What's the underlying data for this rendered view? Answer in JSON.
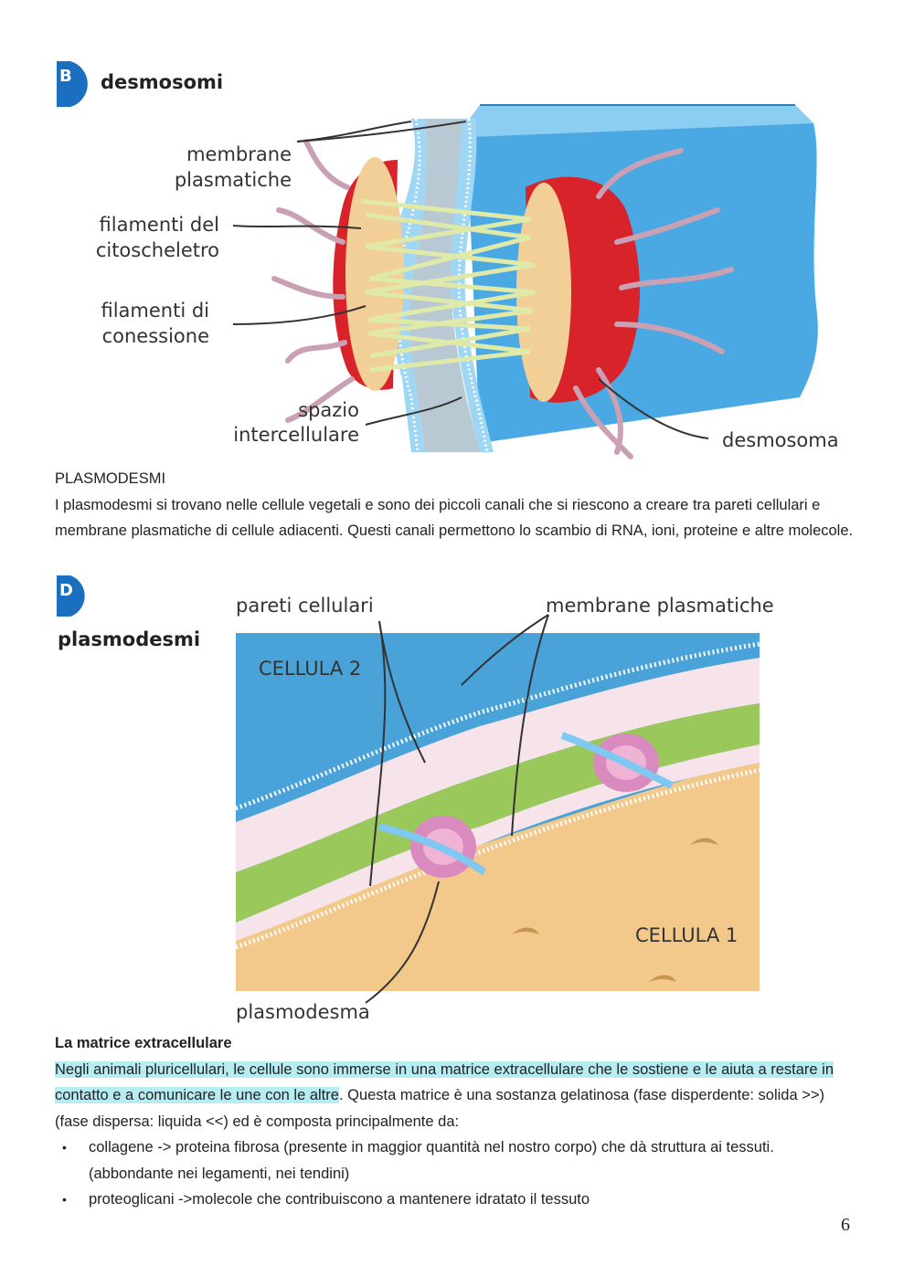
{
  "figure_desmosomes": {
    "badge": "B",
    "title": "desmosomi",
    "labels": {
      "membrane_line1": "membrane",
      "membrane_line2": "plasmatiche",
      "cyto_line1": "filamenti del",
      "cyto_line2": "citoscheletro",
      "conn_line1": "filamenti di",
      "conn_line2": "conessione",
      "space_line1": "spazio",
      "space_line2": "intercellulare",
      "desmosome": "desmosoma"
    }
  },
  "section_plasmodesmi": {
    "heading": "PLASMODESMI",
    "body": "I plasmodesmi si trovano nelle cellule vegetali e sono dei piccoli canali che si riescono a creare tra pareti cellulari e membrane plasmatiche di cellule adiacenti. Questi canali permettono lo scambio di RNA, ioni, proteine e altre molecole."
  },
  "figure_plasmodesmata": {
    "badge": "D",
    "title": "plasmodesmi",
    "labels": {
      "walls": "pareti cellulari",
      "membranes": "membrane plasmatiche",
      "cell2": "CELLULA 2",
      "cell1": "CELLULA 1",
      "plasmodesma": "plasmodesma"
    }
  },
  "section_matrix": {
    "heading": "La matrice extracellulare",
    "highlighted": "Negli animali pluricellulari, le cellule sono immerse in una matrice extracellulare che le sostiene e le aiuta a restare in contatto e a comunicare le une con le altre",
    "rest": ". Questa matrice è una sostanza gelatinosa (fase disperdente: solida >>) (fase dispersa: liquida <<) ed è composta principalmente da:",
    "bullets": [
      "collagene -> proteina fibrosa (presente in maggior quantità nel nostro corpo) che dà struttura ai tessuti. (abbondante nei legamenti, nei tendini)",
      "proteoglicani ->molecole che contribuiscono a mantenere idratato il tessuto"
    ],
    "bullet_symbol": "•"
  },
  "page_number": "6",
  "colors": {
    "highlight": "#b6ecf2",
    "badge": "#1a6fc0",
    "cell_blue": "#5ab4e6",
    "desmosome_red": "#d8232a",
    "plaque_tan": "#f3cf98"
  }
}
